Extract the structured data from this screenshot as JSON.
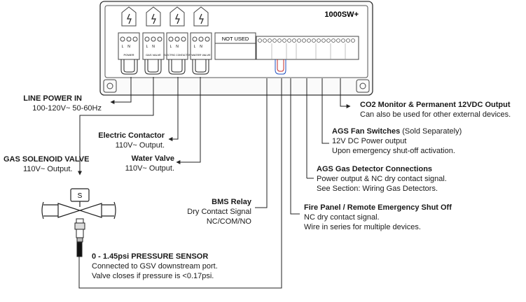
{
  "model": "1000SW+",
  "not_used": "NOT USED",
  "terminal_labels": {
    "power": "POWER",
    "gas_valve": "GAS VALVE",
    "electric_contactor": "ELECTRIC CONTACTOR",
    "water_valve": "WATER VALVE",
    "l": "L",
    "n": "N"
  },
  "labels": {
    "line_power_title": "LINE POWER IN",
    "line_power_sub": "100-120V~  50-60Hz",
    "electric_contactor_title": "Electric Contactor",
    "electric_contactor_sub": "110V~ Output.",
    "water_valve_title": "Water Valve",
    "water_valve_sub": "110V~ Output.",
    "gsv_title": "GAS SOLENOID VALVE",
    "gsv_sub": "110V~ Output.",
    "solenoid_letter": "S",
    "bms_title": "BMS Relay",
    "bms_sub1": "Dry Contact Signal",
    "bms_sub2": "NC/COM/NO",
    "pressure_title": "0 - 1.45psi PRESSURE SENSOR",
    "pressure_sub1": "Connected to GSV downstream port.",
    "pressure_sub2": "Valve closes if pressure is <0.17psi.",
    "co2_title": "CO2 Monitor & Permanent 12VDC Output",
    "co2_sub": "Can also be used for other external devices.",
    "fan_title": "AGS Fan Switches",
    "fan_title_suffix": " (Sold Separately)",
    "fan_sub1": "12V DC Power output",
    "fan_sub2": "Upon emergency shut-off activation.",
    "gas_det_title": "AGS Gas Detector Connections",
    "gas_det_sub1": "Power output & NC dry contact signal.",
    "gas_det_sub2": "See Section: Wiring Gas Detectors.",
    "fire_title": "Fire Panel / Remote Emergency Shut Off",
    "fire_sub1": "NC dry contact signal.",
    "fire_sub2": "Wire in series for multiple devices."
  }
}
